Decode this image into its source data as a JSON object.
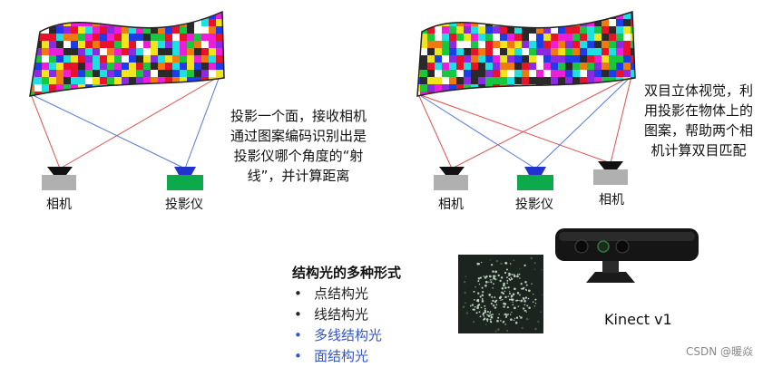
{
  "left_diagram": {
    "camera_label": "相机",
    "projector_label": "投影仪",
    "description_lines": [
      "投影一个面，接收相机",
      "通过图案编码识别出是",
      "投影仪哪个角度的“射",
      "线”，并计算距离"
    ]
  },
  "right_diagram": {
    "camera_left_label": "相机",
    "projector_label": "投影仪",
    "camera_right_label": "相机",
    "description_lines": [
      "双目立体视觉，利",
      "用投影在物体上的",
      "图案，帮助两个相",
      "机计算双目匹配"
    ]
  },
  "forms": {
    "title": "结构光的多种形式",
    "items": [
      {
        "text": "点结构光",
        "color": "#222222"
      },
      {
        "text": "线结构光",
        "color": "#222222"
      },
      {
        "text": "多线结构光",
        "color": "#3355cc"
      },
      {
        "text": "面结构光",
        "color": "#3355cc"
      }
    ]
  },
  "kinect_caption": "Kinect v1",
  "watermark": "CSDN @暖焱",
  "colors": {
    "ray_red": "#e05050",
    "ray_blue": "#5577dd",
    "camera_gray": "#b0b0b0",
    "projector_green": "#0caa4a",
    "lens_blue": "#2233cc",
    "pattern_palette": [
      "#e8132a",
      "#19c640",
      "#1d3de8",
      "#f0e51a",
      "#ec1ed8",
      "#1ee0e0",
      "#ffffff",
      "#2a2a2a",
      "#f07a10",
      "#8a2be2"
    ]
  }
}
